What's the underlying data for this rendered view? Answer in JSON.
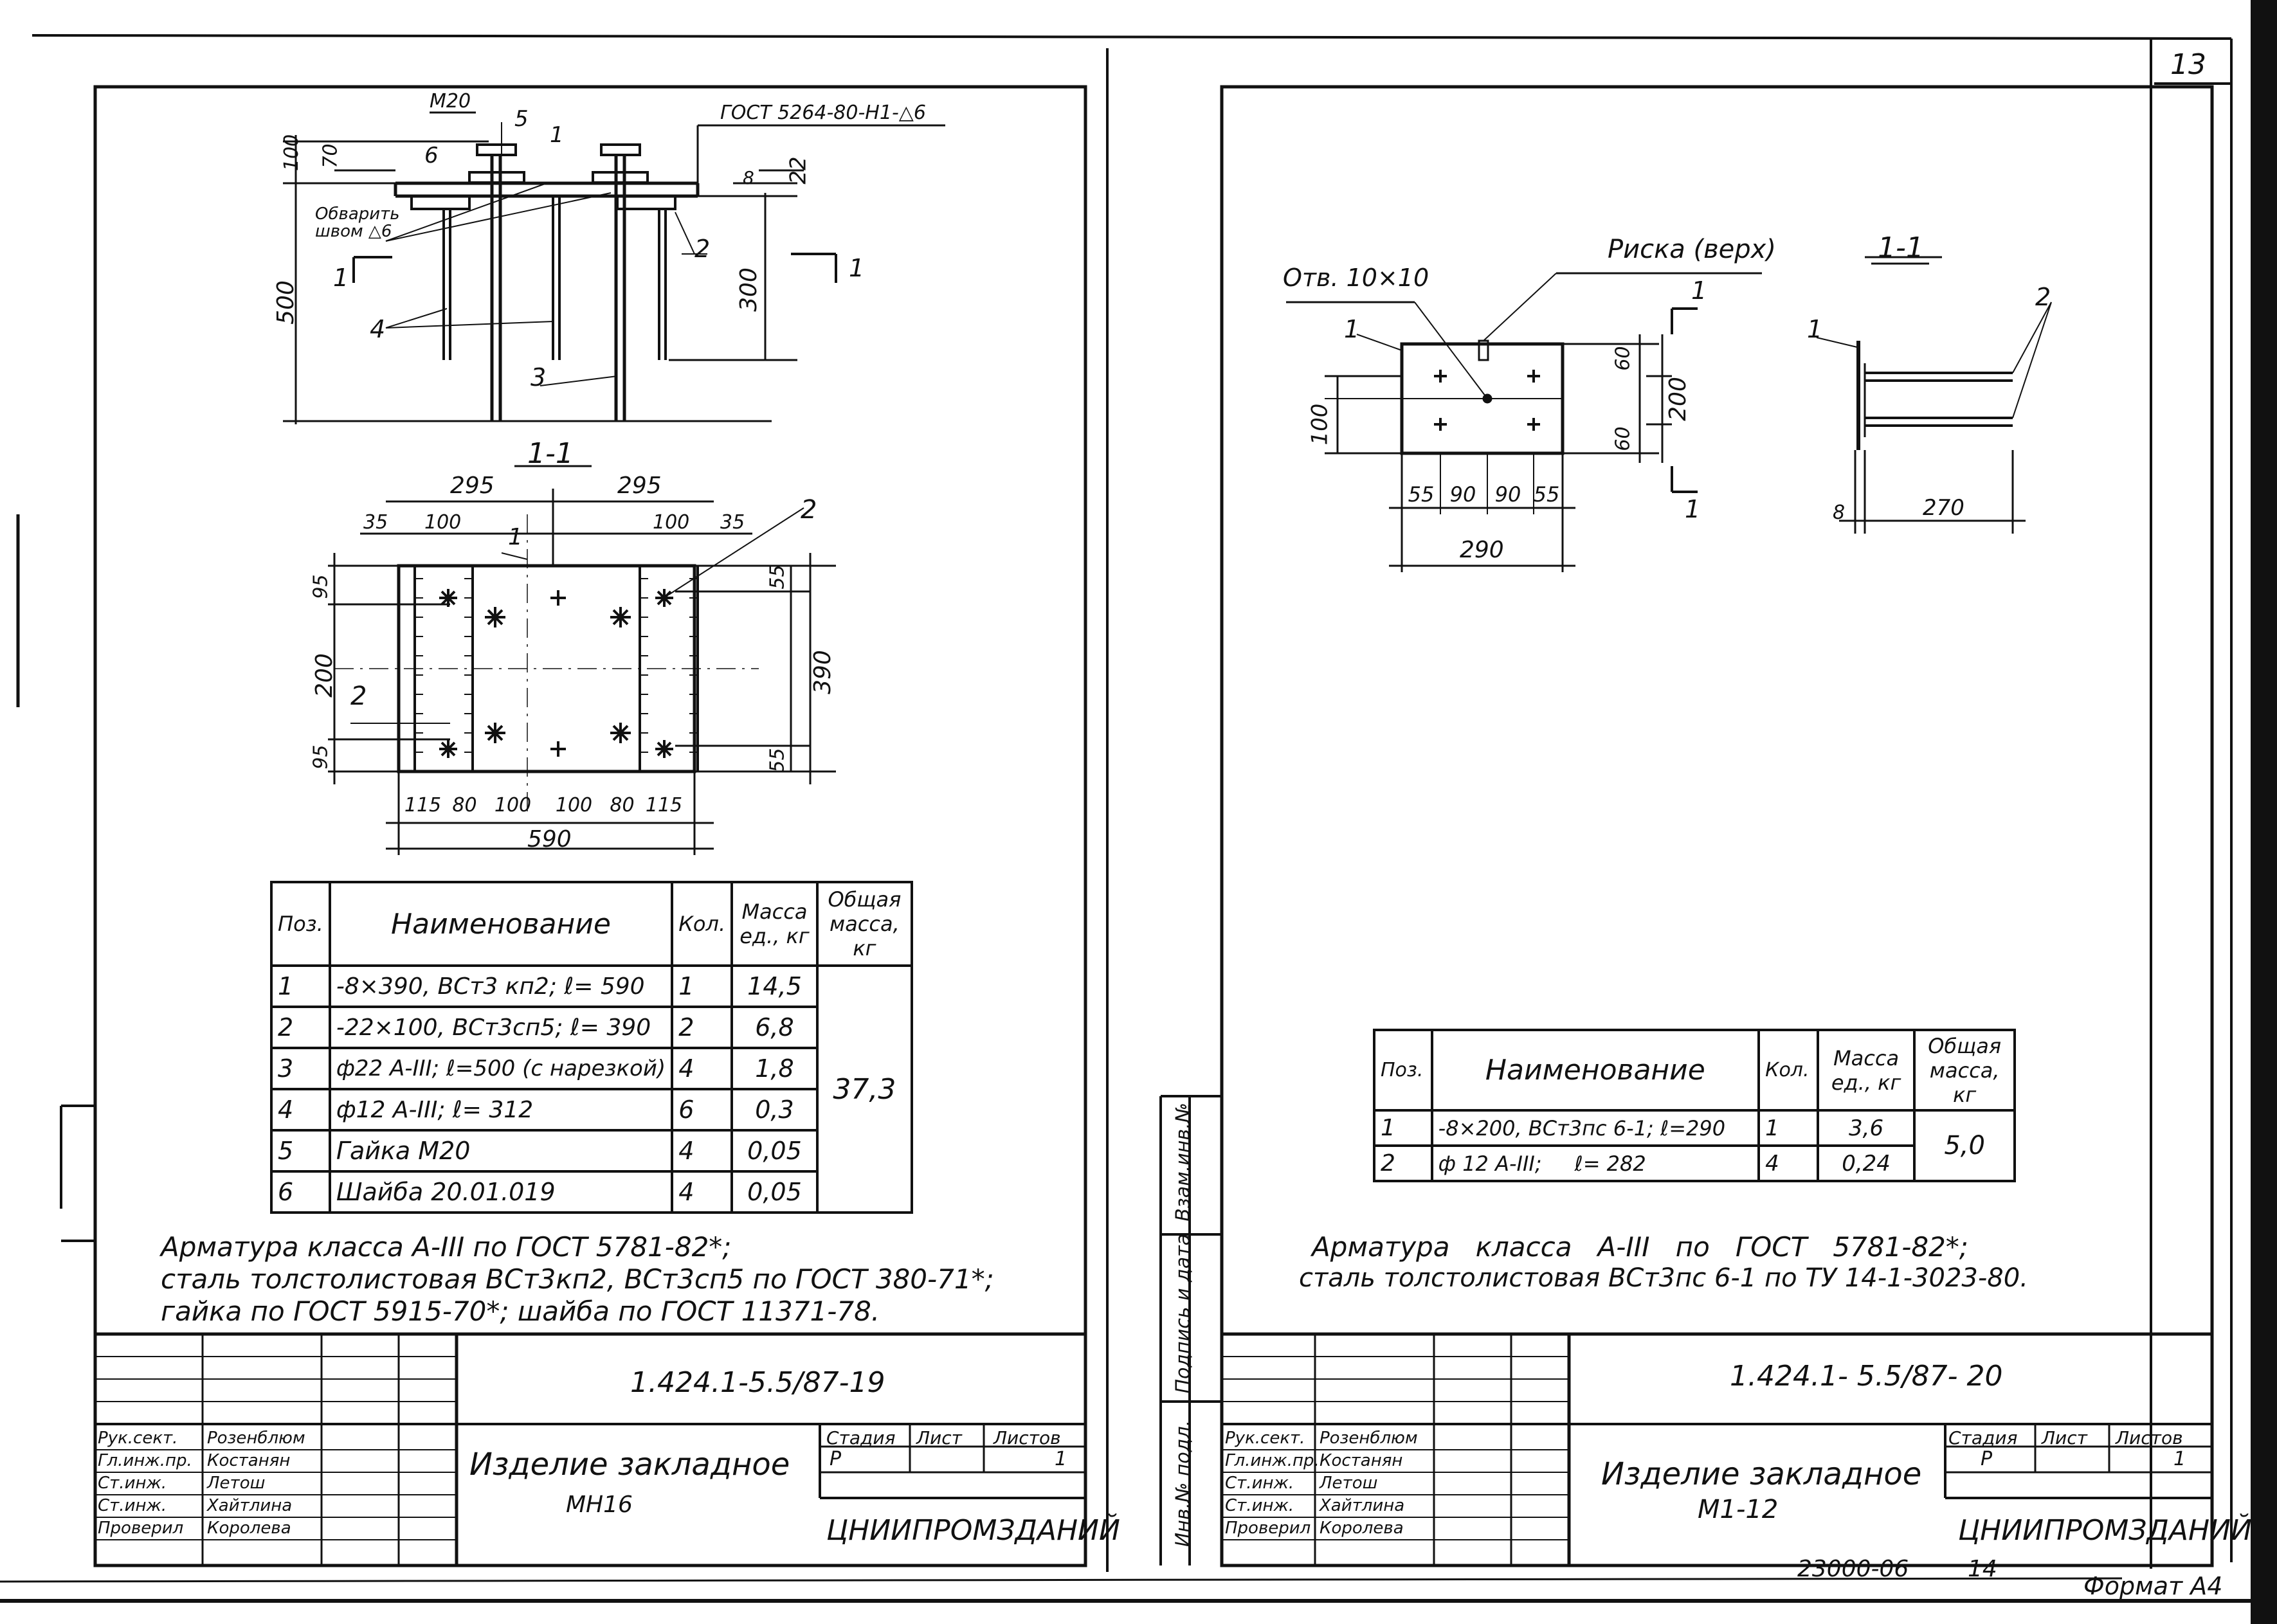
{
  "page_number": "13",
  "sheet_left": {
    "top_view": {
      "dim_m20": "M20",
      "pos_5": "5",
      "pos_1": "1",
      "pos_6": "6",
      "gost_weld": "ГОСТ 5264-80-Н1-△6",
      "dim_100": "100",
      "dim_70": "70",
      "dim_8": "8",
      "dim_22": "22",
      "weld_note_line1": "Обварить",
      "weld_note_line2": "швом △6",
      "pos_2": "2",
      "dim_500": "500",
      "dim_300": "300",
      "sec_mark_1a": "1",
      "sec_mark_1b": "1",
      "pos_4": "4",
      "pos_3": "3"
    },
    "section": {
      "title": "1-1",
      "dim_295a": "295",
      "dim_295b": "295",
      "dim_35a": "35",
      "dim_100a": "100",
      "dim_100b": "100",
      "dim_35b": "35",
      "pos_1": "1",
      "pos_2a": "2",
      "pos_2b": "2",
      "dim_95a": "95",
      "dim_200": "200",
      "dim_95b": "95",
      "dim_55a": "55",
      "dim_55b": "55",
      "dim_390": "390",
      "bottom_dims": [
        "115",
        "80",
        "100",
        "100",
        "80",
        "115"
      ],
      "dim_590": "590"
    },
    "spec_table": {
      "headers": [
        "Поз.",
        "Наименование",
        "Кол.",
        "Масса ед., кг",
        "Общая масса, кг"
      ],
      "rows": [
        [
          "1",
          "-8×390, ВСт3 кп2; ℓ= 590",
          "1",
          "14,5"
        ],
        [
          "2",
          "-22×100, ВСт3сп5; ℓ= 390",
          "2",
          "6,8"
        ],
        [
          "3",
          "ф22 А-III; ℓ=500 (с нарезкой)",
          "4",
          "1,8"
        ],
        [
          "4",
          "ф12 А-III; ℓ= 312",
          "6",
          "0,3"
        ],
        [
          "5",
          "Гайка М20",
          "4",
          "0,05"
        ],
        [
          "6",
          "Шайба 20.01.019",
          "4",
          "0,05"
        ]
      ],
      "total": "37,3"
    },
    "notes": [
      "Арматура класса А-III по ГОСТ 5781-82*;",
      "сталь толстолистовая ВСт3кп2, ВСт3сп5 по ГОСТ 380-71*;",
      "гайка по ГОСТ 5915-70*;   шайба   по ГОСТ 11371-78."
    ],
    "stamp": {
      "code": "1.424.1-5.5/87-19",
      "title": "Изделие закладное",
      "subtitle": "МН16",
      "stage_label": "Стадия",
      "sheet_label": "Лист",
      "sheets_label": "Листов",
      "stage": "Р",
      "sheets": "1",
      "org": "ЦНИИПРОМЗДАНИЙ",
      "roles": [
        "Рук.сект.",
        "Гл.инж.пр.",
        "Ст.инж.",
        "Ст.инж.",
        "Проверил"
      ],
      "names": [
        "Розенблюм",
        "Костанян",
        "Летош",
        "Хайтлина",
        "Королева"
      ]
    }
  },
  "sheet_right": {
    "plan_view": {
      "hole_label": "Отв. 10×10",
      "mark_label": "Риска (верх)",
      "pos_1": "1",
      "sec_mark_1a": "1",
      "sec_mark_1b": "1",
      "dim_60a": "60",
      "dim_60b": "60",
      "dim_200": "200",
      "dim_100": "100",
      "bottom_dims": [
        "55",
        "90",
        "90",
        "55"
      ],
      "dim_290": "290"
    },
    "section": {
      "title": "1-1",
      "pos_1": "1",
      "pos_2": "2",
      "dim_8": "8",
      "dim_270": "270"
    },
    "spec_table": {
      "headers": [
        "Поз.",
        "Наименование",
        "Кол.",
        "Масса ед., кг",
        "Общая масса, кг"
      ],
      "rows": [
        [
          "1",
          "-8×200, ВСт3пс 6-1; ℓ=290",
          "1",
          "3,6"
        ],
        [
          "2",
          "ф 12 А-III;     ℓ= 282",
          "4",
          "0,24"
        ]
      ],
      "total": "5,0"
    },
    "notes": [
      "Арматура   класса   А-III   по   ГОСТ   5781-82*;",
      "сталь толстолистовая ВСт3пс 6-1 по ТУ 14-1-3023-80."
    ],
    "side_labels": [
      "Инв.№ подл.",
      "Подпись и дата",
      "Взам.инв.№"
    ],
    "stamp": {
      "code": "1.424.1- 5.5/87- 20",
      "title": "Изделие закладное",
      "subtitle": "М1-12",
      "stage_label": "Стадия",
      "sheet_label": "Лист",
      "sheets_label": "Листов",
      "stage": "Р",
      "sheets": "1",
      "org": "ЦНИИПРОМЗДАНИЙ",
      "roles": [
        "Рук.сект.",
        "Гл.инж.пр.",
        "Ст.инж.",
        "Ст.инж.",
        "Проверил"
      ],
      "names": [
        "Розенблюм",
        "Костанян",
        "Летош",
        "Хайтлина",
        "Королева"
      ]
    },
    "footer_code": "23000-06",
    "footer_num": "14",
    "format": "Формат А4"
  }
}
